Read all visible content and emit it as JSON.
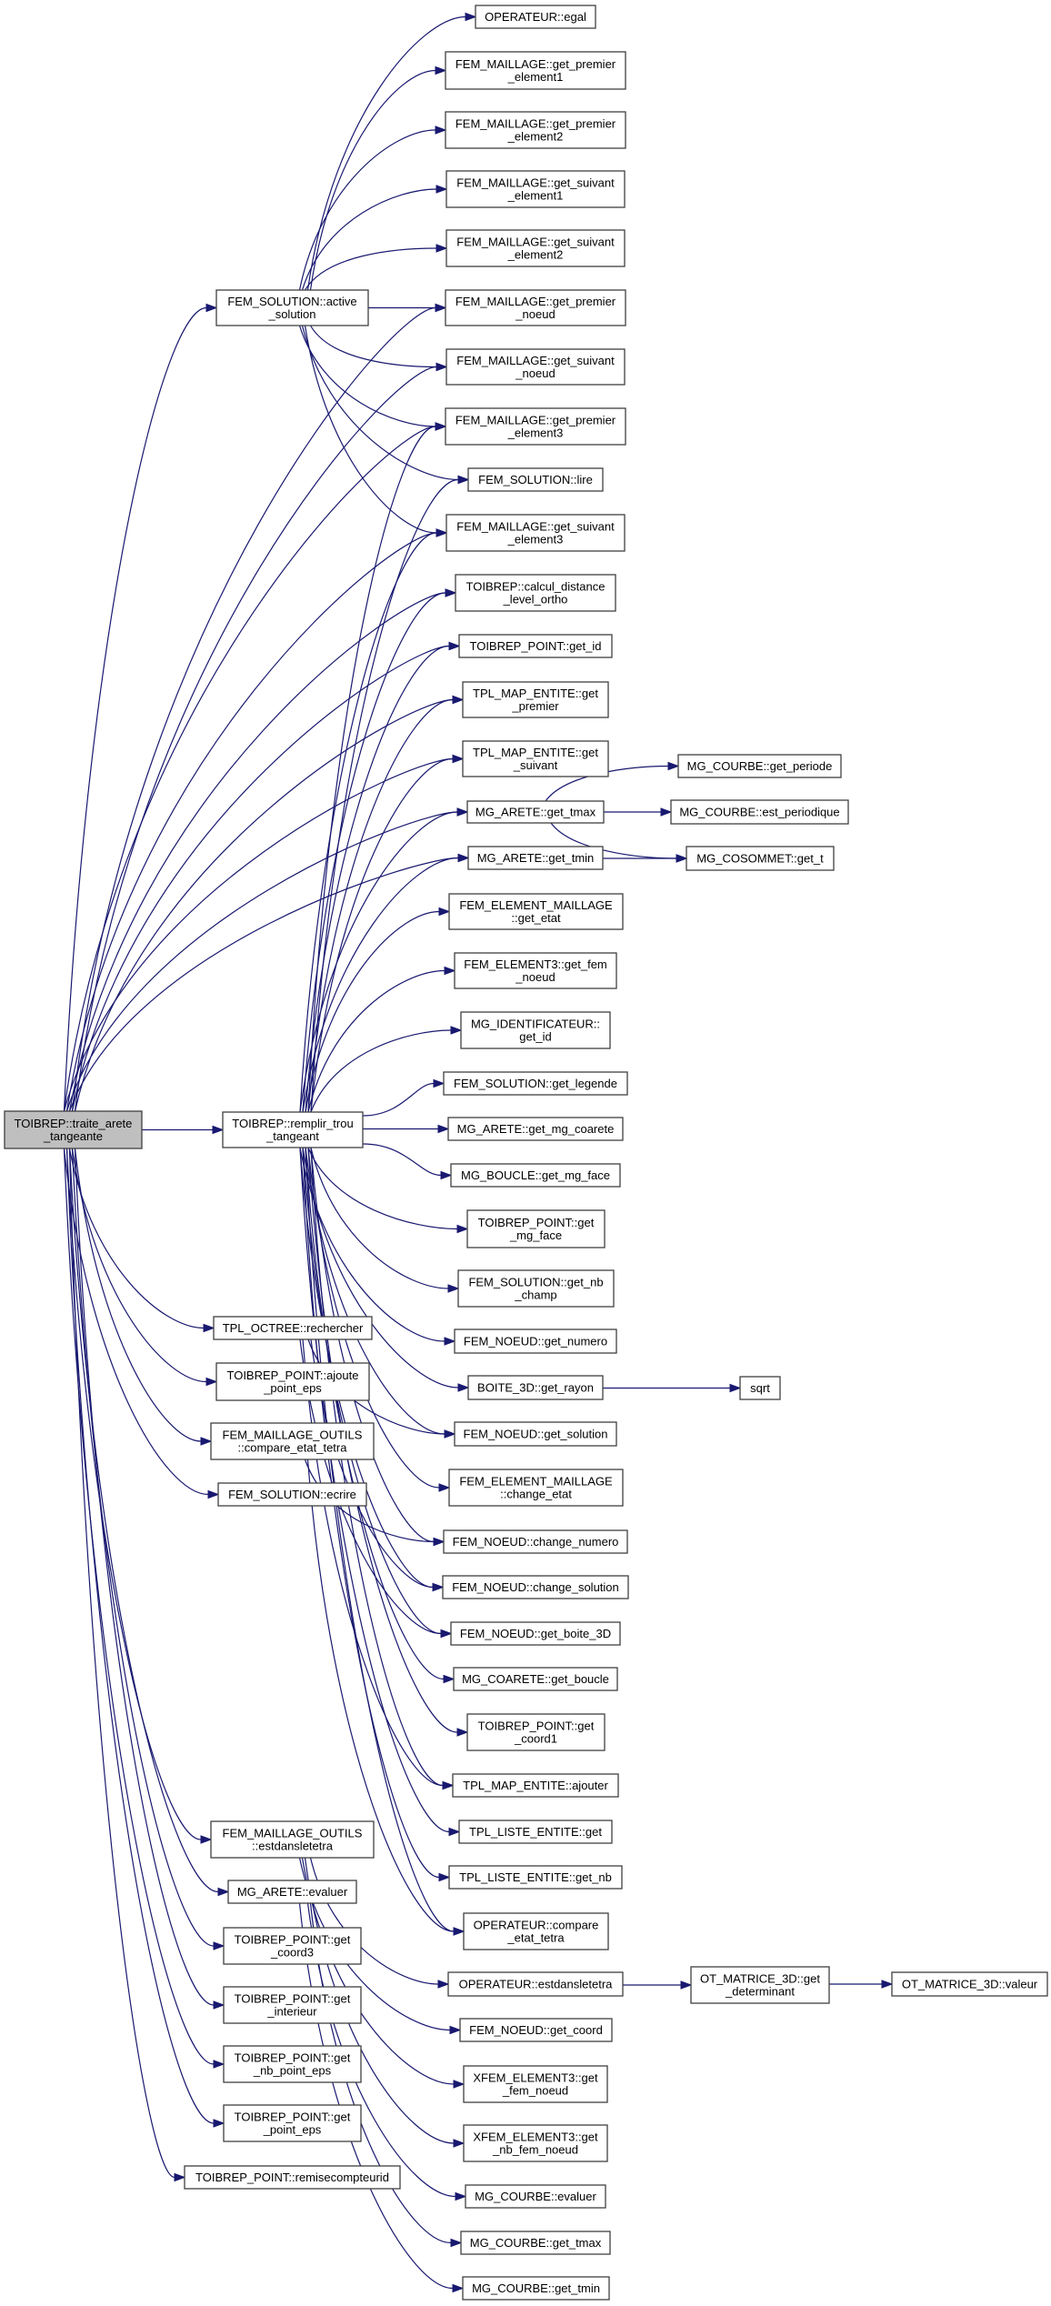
{
  "graph": {
    "title": "Call graph of TOIBREP::traite_arete_tangeante",
    "edge_color": "#191970",
    "root_fill": "#bfbfbf",
    "nodes": {
      "traite": "TOIBREP::traite_arete\n_tangeante",
      "active": "FEM_SOLUTION::active\n_solution",
      "remplir": "TOIBREP::remplir_trou\n_tangeant",
      "rechercher": "TPL_OCTREE::rechercher",
      "ajoute": "TOIBREP_POINT::ajoute\n_point_eps",
      "fmo_compare": "FEM_MAILLAGE_OUTILS\n::compare_etat_tetra",
      "ecrire": "FEM_SOLUTION::ecrire",
      "fmo_estdans": "FEM_MAILLAGE_OUTILS\n::estdansletetra",
      "arete_evaluer": "MG_ARETE::evaluer",
      "coord3": "TOIBREP_POINT::get\n_coord3",
      "interieur": "TOIBREP_POINT::get\n_interieur",
      "nb_point_eps": "TOIBREP_POINT::get\n_nb_point_eps",
      "point_eps": "TOIBREP_POINT::get\n_point_eps",
      "remise": "TOIBREP_POINT::remisecompteurid",
      "egal": "OPERATEUR::egal",
      "pe1": "FEM_MAILLAGE::get_premier\n_element1",
      "pe2": "FEM_MAILLAGE::get_premier\n_element2",
      "se1": "FEM_MAILLAGE::get_suivant\n_element1",
      "se2": "FEM_MAILLAGE::get_suivant\n_element2",
      "pn": "FEM_MAILLAGE::get_premier\n_noeud",
      "sn": "FEM_MAILLAGE::get_suivant\n_noeud",
      "pe3": "FEM_MAILLAGE::get_premier\n_element3",
      "lire": "FEM_SOLUTION::lire",
      "se3": "FEM_MAILLAGE::get_suivant\n_element3",
      "calcul": "TOIBREP::calcul_distance\n_level_ortho",
      "tp_get_id": "TOIBREP_POINT::get_id",
      "map_premier": "TPL_MAP_ENTITE::get\n_premier",
      "map_suivant": "TPL_MAP_ENTITE::get\n_suivant",
      "tmax": "MG_ARETE::get_tmax",
      "tmin": "MG_ARETE::get_tmin",
      "get_etat": "FEM_ELEMENT_MAILLAGE\n::get_etat",
      "fem_noeud": "FEM_ELEMENT3::get_fem\n_noeud",
      "ident": "MG_IDENTIFICATEUR::\nget_id",
      "legende": "FEM_SOLUTION::get_legende",
      "coarete": "MG_ARETE::get_mg_coarete",
      "boucle_face": "MG_BOUCLE::get_mg_face",
      "tp_face": "TOIBREP_POINT::get\n_mg_face",
      "nb_champ": "FEM_SOLUTION::get_nb\n_champ",
      "numero": "FEM_NOEUD::get_numero",
      "rayon": "BOITE_3D::get_rayon",
      "get_solution": "FEM_NOEUD::get_solution",
      "change_etat": "FEM_ELEMENT_MAILLAGE\n::change_etat",
      "change_numero": "FEM_NOEUD::change_numero",
      "change_solution": "FEM_NOEUD::change_solution",
      "boite3d": "FEM_NOEUD::get_boite_3D",
      "get_boucle": "MG_COARETE::get_boucle",
      "coord1": "TOIBREP_POINT::get\n_coord1",
      "ajouter": "TPL_MAP_ENTITE::ajouter",
      "liste_get": "TPL_LISTE_ENTITE::get",
      "liste_nb": "TPL_LISTE_ENTITE::get_nb",
      "op_compare": "OPERATEUR::compare\n_etat_tetra",
      "op_estdans": "OPERATEUR::estdansletetra",
      "get_coord": "FEM_NOEUD::get_coord",
      "xfem_noeud": "XFEM_ELEMENT3::get\n_fem_noeud",
      "xfem_nb": "XFEM_ELEMENT3::get\n_nb_fem_noeud",
      "courbe_evaluer": "MG_COURBE::evaluer",
      "courbe_tmax": "MG_COURBE::get_tmax",
      "courbe_tmin": "MG_COURBE::get_tmin",
      "periode": "MG_COURBE::get_periode",
      "est_periodique": "MG_COURBE::est_periodique",
      "get_t": "MG_COSOMMET::get_t",
      "sqrt": "sqrt",
      "determinant": "OT_MATRICE_3D::get\n_determinant",
      "valeur": "OT_MATRICE_3D::valeur"
    },
    "edges": [
      [
        "traite",
        "active"
      ],
      [
        "traite",
        "remplir"
      ],
      [
        "traite",
        "rechercher"
      ],
      [
        "traite",
        "ajoute"
      ],
      [
        "traite",
        "fmo_compare"
      ],
      [
        "traite",
        "ecrire"
      ],
      [
        "traite",
        "fmo_estdans"
      ],
      [
        "traite",
        "arete_evaluer"
      ],
      [
        "traite",
        "coord3"
      ],
      [
        "traite",
        "interieur"
      ],
      [
        "traite",
        "nb_point_eps"
      ],
      [
        "traite",
        "point_eps"
      ],
      [
        "traite",
        "remise"
      ],
      [
        "traite",
        "pn"
      ],
      [
        "traite",
        "sn"
      ],
      [
        "traite",
        "pe3"
      ],
      [
        "traite",
        "se3"
      ],
      [
        "traite",
        "calcul"
      ],
      [
        "traite",
        "tp_get_id"
      ],
      [
        "traite",
        "map_premier"
      ],
      [
        "traite",
        "map_suivant"
      ],
      [
        "traite",
        "tmax"
      ],
      [
        "traite",
        "tmin"
      ],
      [
        "active",
        "egal"
      ],
      [
        "active",
        "pe1"
      ],
      [
        "active",
        "pe2"
      ],
      [
        "active",
        "se1"
      ],
      [
        "active",
        "se2"
      ],
      [
        "active",
        "pn"
      ],
      [
        "active",
        "sn"
      ],
      [
        "active",
        "pe3"
      ],
      [
        "active",
        "lire"
      ],
      [
        "active",
        "se3"
      ],
      [
        "remplir",
        "pe3"
      ],
      [
        "remplir",
        "lire"
      ],
      [
        "remplir",
        "se3"
      ],
      [
        "remplir",
        "calcul"
      ],
      [
        "remplir",
        "tp_get_id"
      ],
      [
        "remplir",
        "map_premier"
      ],
      [
        "remplir",
        "map_suivant"
      ],
      [
        "remplir",
        "tmax"
      ],
      [
        "remplir",
        "tmin"
      ],
      [
        "remplir",
        "get_etat"
      ],
      [
        "remplir",
        "fem_noeud"
      ],
      [
        "remplir",
        "ident"
      ],
      [
        "remplir",
        "legende"
      ],
      [
        "remplir",
        "coarete"
      ],
      [
        "remplir",
        "boucle_face"
      ],
      [
        "remplir",
        "tp_face"
      ],
      [
        "remplir",
        "nb_champ"
      ],
      [
        "remplir",
        "numero"
      ],
      [
        "remplir",
        "rayon"
      ],
      [
        "remplir",
        "get_solution"
      ],
      [
        "remplir",
        "change_etat"
      ],
      [
        "remplir",
        "change_numero"
      ],
      [
        "remplir",
        "change_solution"
      ],
      [
        "remplir",
        "boite3d"
      ],
      [
        "remplir",
        "get_boucle"
      ],
      [
        "remplir",
        "coord1"
      ],
      [
        "remplir",
        "ajouter"
      ],
      [
        "remplir",
        "liste_get"
      ],
      [
        "remplir",
        "liste_nb"
      ],
      [
        "remplir",
        "op_compare"
      ],
      [
        "rechercher",
        "get_solution"
      ],
      [
        "rechercher",
        "change_solution"
      ],
      [
        "rechercher",
        "boite3d"
      ],
      [
        "rechercher",
        "ajouter"
      ],
      [
        "fmo_compare",
        "change_numero"
      ],
      [
        "fmo_compare",
        "op_compare"
      ],
      [
        "fmo_estdans",
        "op_estdans"
      ],
      [
        "fmo_estdans",
        "get_coord"
      ],
      [
        "fmo_estdans",
        "xfem_noeud"
      ],
      [
        "fmo_estdans",
        "xfem_nb"
      ],
      [
        "arete_evaluer",
        "courbe_evaluer"
      ],
      [
        "arete_evaluer",
        "courbe_tmax"
      ],
      [
        "arete_evaluer",
        "courbe_tmin"
      ],
      [
        "tmax",
        "periode"
      ],
      [
        "tmax",
        "est_periodique"
      ],
      [
        "tmax",
        "get_t"
      ],
      [
        "tmin",
        "get_t"
      ],
      [
        "rayon",
        "sqrt"
      ],
      [
        "op_estdans",
        "determinant"
      ],
      [
        "determinant",
        "valeur"
      ]
    ]
  }
}
